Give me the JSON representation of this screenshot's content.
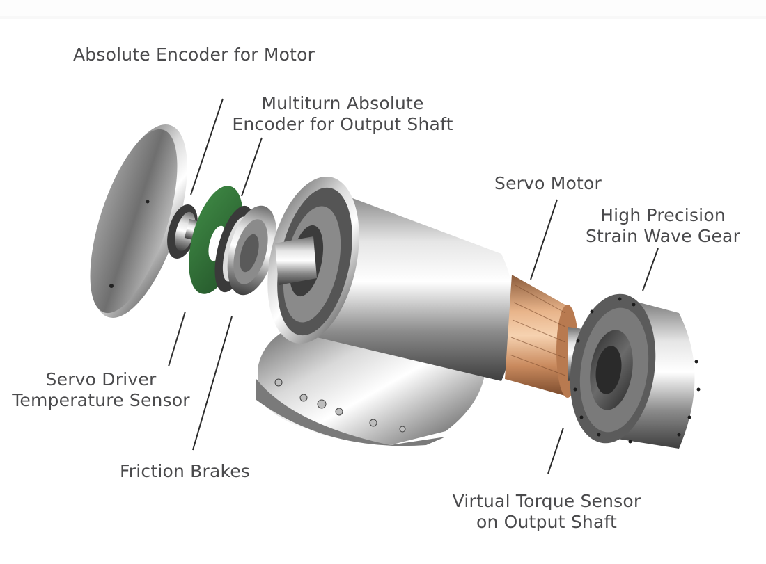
{
  "diagram": {
    "subject": "Exploded view of robotic joint actuator",
    "colors": {
      "label_text": "#4a4a4c",
      "leader_line": "#2b2b2b",
      "metal_light": "#e8e8e8",
      "metal_mid": "#a9a9a9",
      "metal_dark": "#4a4a4a",
      "encoder_board": "#2f6b34",
      "copper_stator": "#c98a5e"
    },
    "labels": [
      {
        "id": "absolute-encoder-motor",
        "lines": [
          "Absolute Encoder for Motor"
        ]
      },
      {
        "id": "multiturn-encoder",
        "lines": [
          "Multiturn Absolute",
          "Encoder for Output Shaft"
        ]
      },
      {
        "id": "servo-motor",
        "lines": [
          "Servo Motor"
        ]
      },
      {
        "id": "strain-wave-gear",
        "lines": [
          "High Precision",
          "Strain Wave Gear"
        ]
      },
      {
        "id": "servo-driver-temp",
        "lines": [
          "Servo Driver",
          "Temperature Sensor"
        ]
      },
      {
        "id": "friction-brakes",
        "lines": [
          "Friction Brakes"
        ]
      },
      {
        "id": "virtual-torque-sensor",
        "lines": [
          "Virtual Torque Sensor",
          "on Output Shaft"
        ]
      }
    ]
  }
}
